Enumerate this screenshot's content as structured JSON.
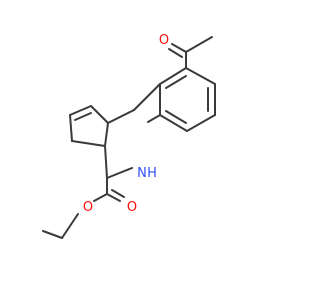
{
  "structure": {
    "colors": {
      "bond": "#3a3a3a",
      "oxygen": "#ff0d0d",
      "nitrogen": "#3050f8",
      "background": "#ffffff"
    },
    "atoms": {
      "acetyl_oxygen": "O",
      "ring_nitrogen": "N",
      "ring_nitrogen_h": "H",
      "ester_carbonyl_oxygen": "O",
      "ester_ether_oxygen": "O"
    }
  }
}
